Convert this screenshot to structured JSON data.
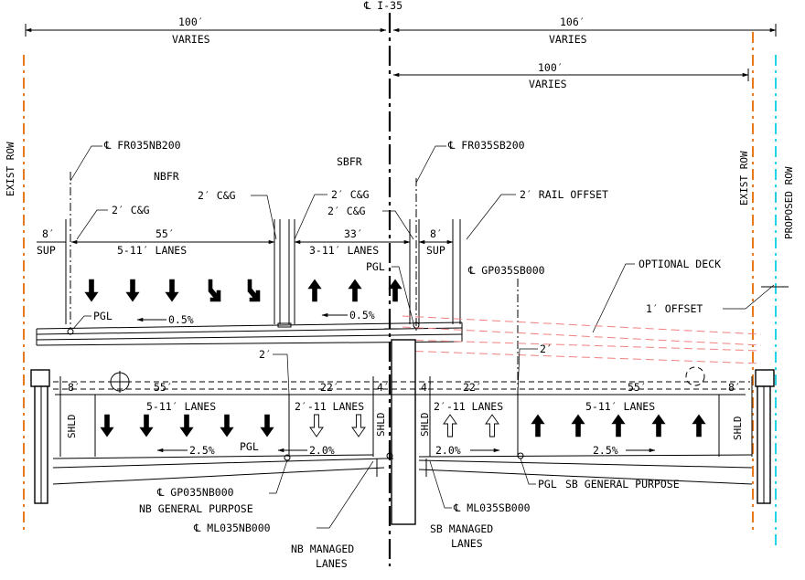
{
  "colors": {
    "line": "#000000",
    "exist_row": "#e87a1e",
    "proposed_row": "#22d3e6",
    "optional_deck": "#f08080"
  },
  "labels": {
    "cl_i35": "℄ I-35",
    "dim_left_top": "100′",
    "dim_left_top_sub": "VARIES",
    "dim_right_top": "106′",
    "dim_right_top_sub": "VARIES",
    "dim_right_second": "100′",
    "dim_right_second_sub": "VARIES",
    "exist_row_left": "EXIST ROW",
    "exist_row_right": "EXIST ROW",
    "proposed_row": "PROPOSED ROW",
    "cl_fr035nb200": "℄ FR035NB200",
    "cl_fr035sb200": "℄ FR035SB200",
    "nbfr": "NBFR",
    "sbfr": "SBFR",
    "cg_2_left": "2′ C&G",
    "cg_2_mid_a": "2′ C&G",
    "cg_2_mid_b": "2′ C&G",
    "cg_2_mid_c": "2′ C&G",
    "rail_offset": "2′ RAIL OFFSET",
    "sup_left_dim": "8′",
    "sup_left": "SUP",
    "nb_fr_dim": "55′",
    "nb_fr_lanes": "5-11′ LANES",
    "sb_fr_dim": "33′",
    "sb_fr_lanes": "3-11′ LANES",
    "sup_right_dim": "8′",
    "sup_right": "SUP",
    "pgl_sbfr": "PGL",
    "cl_gp035sb000": "℄ GP035SB000",
    "optional_deck": "OPTIONAL DECK",
    "offset_1": "1′ OFFSET",
    "pgl_nbfr": "PGL",
    "slope_nbfr": "0.5%",
    "slope_sbfr": "0.5%",
    "two_ft_left": "2′",
    "two_ft_right": "2′",
    "shld_dim_left": "8′",
    "gp_left_dim": "55′",
    "ml_left_dim": "22′",
    "shld_inner_left_dim": "4′",
    "shld_inner_right_dim": "4′",
    "ml_right_dim": "22′",
    "gp_right_dim": "55′",
    "shld_dim_right": "8′",
    "shld_left": "SHLD",
    "gp_left_lanes": "5-11′ LANES",
    "ml_left_lanes": "2′-11 LANES",
    "shld_inner_left": "SHLD",
    "shld_inner_right": "SHLD",
    "ml_right_lanes": "2′-11 LANES",
    "gp_right_lanes": "5-11′ LANES",
    "shld_right": "SHLD",
    "slope_gp_left": "2.5%",
    "pgl_gp_left": "PGL",
    "slope_ml_left": "2.0%",
    "slope_ml_right": "2.0%",
    "slope_gp_right": "2.5%",
    "cl_gp035nb000": "℄ GP035NB000",
    "nb_general_purpose": "NB GENERAL PURPOSE",
    "pgl_gp_right": "PGL",
    "sb_general_purpose": "SB GENERAL PURPOSE",
    "cl_ml035sb000": "℄ ML035SB000",
    "cl_ml035nb000": "℄ ML035NB000",
    "sb_managed": "SB MANAGED",
    "sb_managed_2": "LANES",
    "nb_managed": "NB MANAGED",
    "nb_managed_2": "LANES"
  },
  "lane_arrows": {
    "nbfr": [
      "down",
      "down",
      "down",
      "turn",
      "turn"
    ],
    "sbfr": [
      "up",
      "up",
      "up"
    ],
    "gp_nb": [
      "down",
      "down",
      "down",
      "down",
      "down"
    ],
    "ml_nb": [
      "down-hollow",
      "down-hollow"
    ],
    "ml_sb": [
      "up-hollow",
      "up-hollow"
    ],
    "gp_sb": [
      "up",
      "up",
      "up",
      "up",
      "up"
    ]
  }
}
